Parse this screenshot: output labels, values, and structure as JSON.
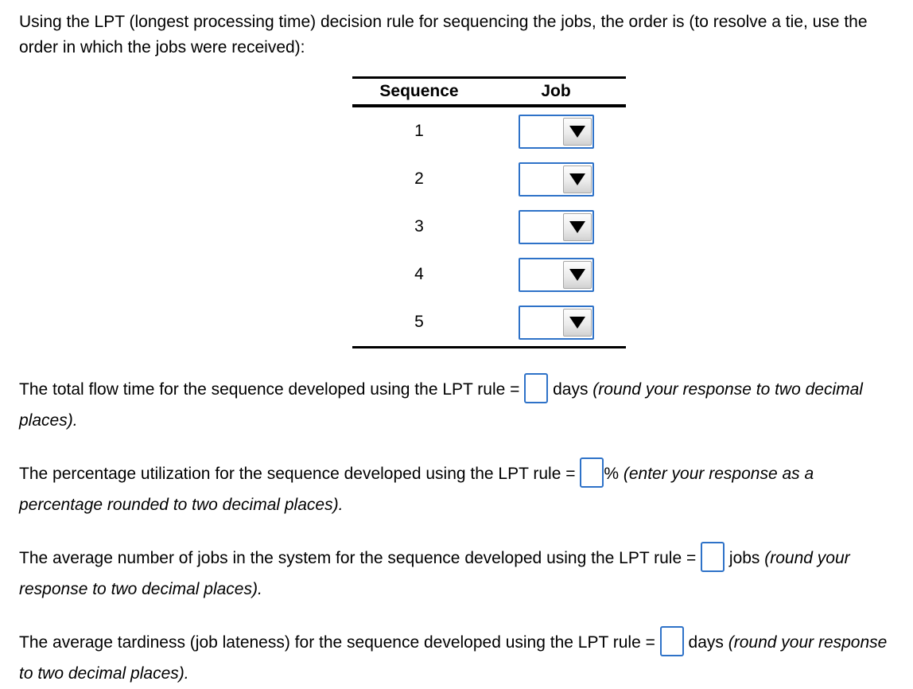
{
  "colors": {
    "input_border": "#2e72c8",
    "table_line": "#000000",
    "text": "#000000"
  },
  "icons": {
    "dropdown_arrow": "triangle-down"
  },
  "intro": "Using the LPT (longest processing time) decision rule for sequencing the jobs, the order is (to resolve a tie, use the order in which the jobs were received):",
  "table": {
    "headers": {
      "sequence": "Sequence",
      "job": "Job"
    },
    "rows": [
      {
        "sequence": "1",
        "job_value": ""
      },
      {
        "sequence": "2",
        "job_value": ""
      },
      {
        "sequence": "3",
        "job_value": ""
      },
      {
        "sequence": "4",
        "job_value": ""
      },
      {
        "sequence": "5",
        "job_value": ""
      }
    ]
  },
  "questions": [
    {
      "before": "The total flow time for the sequence developed using the LPT rule = ",
      "input_value": "",
      "after": " days ",
      "note": "(round your response to two decimal places)."
    },
    {
      "before": "The percentage utilization for the sequence developed using the LPT rule = ",
      "input_value": "",
      "after": "% ",
      "note": "(enter your response as a percentage rounded to two decimal places)."
    },
    {
      "before": "The average number of jobs in the system for the sequence developed using the LPT rule = ",
      "input_value": "",
      "after": " jobs ",
      "note": "(round your response to two decimal places)."
    },
    {
      "before": "The average tardiness (job lateness) for the sequence developed using the LPT rule = ",
      "input_value": "",
      "after": " days ",
      "note": "(round your response to two decimal places)."
    }
  ]
}
